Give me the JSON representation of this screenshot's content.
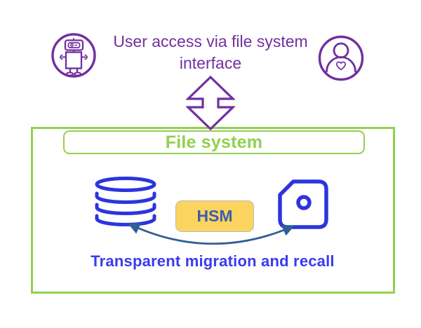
{
  "header": {
    "title_line1": "User access via file system",
    "title_line2": "interface"
  },
  "file_system": {
    "label": "File system",
    "hsm_label": "HSM",
    "caption": "Transparent migration and recall"
  },
  "icons": {
    "left_of_title": "robot-icon",
    "right_of_title": "user-icon",
    "connector": "double-vertical-arrow-icon",
    "primary_storage": "database-icon",
    "secondary_storage": "tape-cartridge-icon",
    "migration": "curved-double-arrow-icon"
  },
  "colors": {
    "purple": "#7030A0",
    "green": "#92D050",
    "icon-blue": "#2B35DE",
    "arrow-steel": "#2E5F96",
    "hsm-fill": "#FAD45E",
    "hsm-border": "#B9B9B9",
    "hsm-text": "#3E5EAE",
    "caption-blue": "#3A3AF0"
  }
}
